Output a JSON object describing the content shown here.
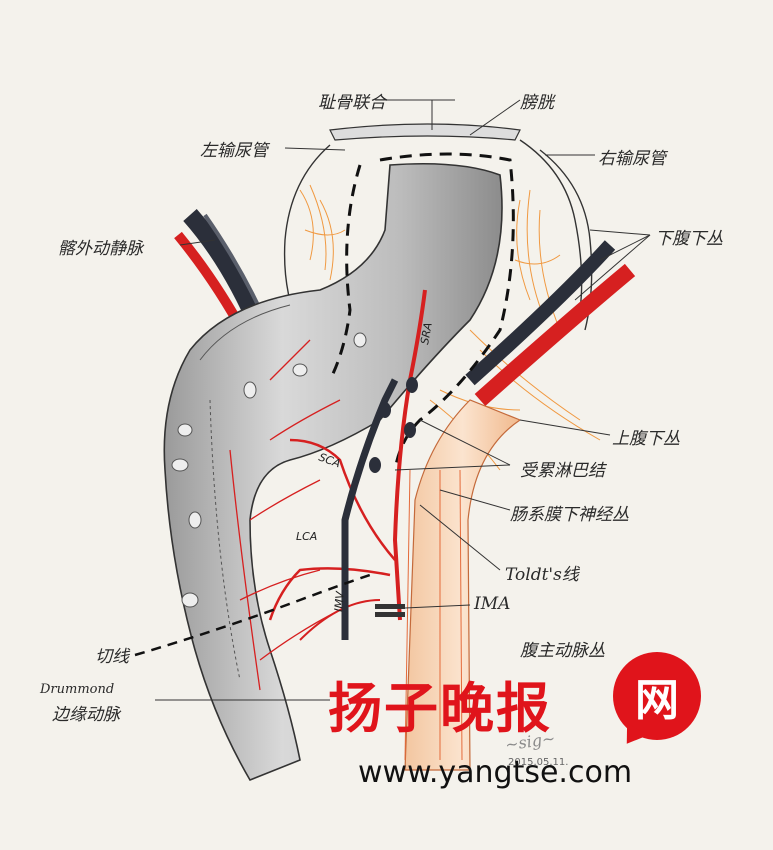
{
  "labels": {
    "pubic_symphysis": "耻骨联合",
    "bladder": "膀胱",
    "left_ureter": "左输尿管",
    "right_ureter": "右输尿管",
    "external_iliac": "髂外动静脉",
    "inferior_hypogastric": "下腹下丛",
    "superior_hypogastric": "上腹下丛",
    "lymph_node": "受累淋巴结",
    "mesenteric_plexus": "肠系膜下神经丛",
    "toldt_line": "Toldt's线",
    "ima": "IMA",
    "aortic_plexus": "腹主动脉丛",
    "cut_line": "切线",
    "drummond_1": "Drummond",
    "drummond_2": "边缘动脉",
    "sra": "SRA",
    "sca": "SCA",
    "lca": "LCA",
    "imv": "IMV"
  },
  "watermark": {
    "title": "扬子晚报",
    "badge": "网",
    "url": "www.yangtse.com",
    "date": "2015.05.11."
  },
  "colors": {
    "artery": "#d62020",
    "orange": "#f08a24",
    "vein": "#2b2f3a",
    "brand": "#e0141b"
  }
}
